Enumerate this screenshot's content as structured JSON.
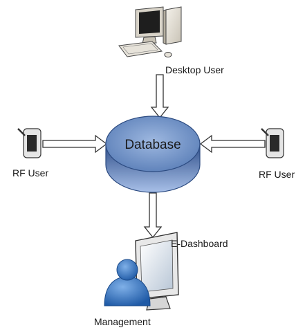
{
  "central_node": {
    "label": "Database",
    "icon": "database-cylinder-icon",
    "fill": "#5b7fb8"
  },
  "nodes": [
    {
      "id": "desktop-user",
      "label": "Desktop User",
      "icon": "desktop-computer-icon",
      "connects_to": "Database"
    },
    {
      "id": "rf-user-left",
      "label": "RF User",
      "icon": "handheld-device-icon",
      "connects_to": "Database"
    },
    {
      "id": "rf-user-right",
      "label": "RF User",
      "icon": "handheld-device-icon",
      "connects_to": "Database"
    },
    {
      "id": "e-dashboard",
      "label": "E-Dashboard",
      "icon": "monitor-icon",
      "connects_from": "Database"
    },
    {
      "id": "management",
      "label": "Management",
      "icon": "person-icon"
    }
  ],
  "colors": {
    "database": "#5b7fb8",
    "arrow_stroke": "#333333",
    "person": "#2f6fb8"
  }
}
